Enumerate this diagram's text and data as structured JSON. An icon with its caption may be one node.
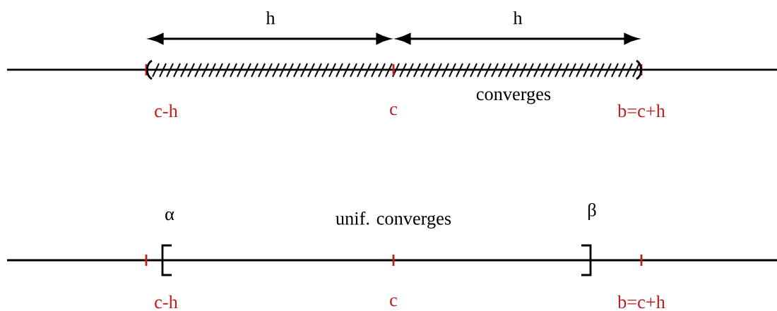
{
  "diagram": {
    "labels": [
      "h",
      "h",
      "c-h",
      "c",
      "converges",
      "b=c+h",
      "α",
      "unif. converges",
      "β",
      "c-h",
      "c",
      "b=c+h"
    ]
  }
}
